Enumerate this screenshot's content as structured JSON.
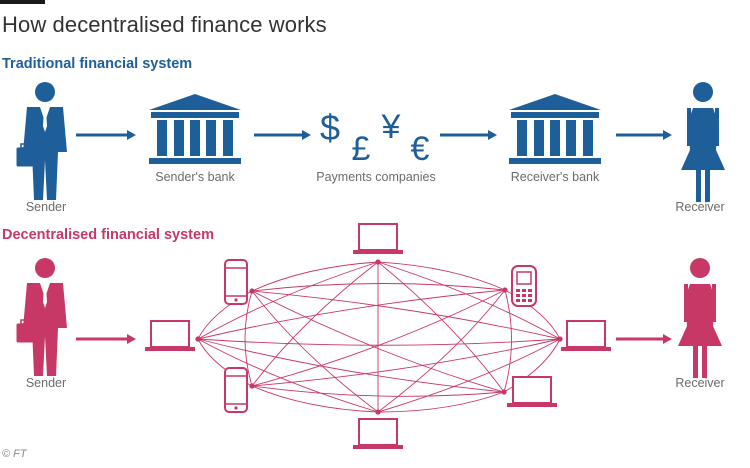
{
  "title": "How decentralised finance works",
  "sections": {
    "traditional": {
      "label": "Traditional financial system",
      "color": "#1f5f99",
      "sender": "Sender",
      "senders_bank": "Sender's bank",
      "payments": "Payments companies",
      "receivers_bank": "Receiver's bank",
      "receiver": "Receiver",
      "currency_symbols": [
        "$",
        "£",
        "¥",
        "€"
      ]
    },
    "decentralised": {
      "label": "Decentralised financial system",
      "color": "#c73866",
      "sender": "Sender",
      "receiver": "Receiver"
    }
  },
  "credit": "© FT",
  "icons": [
    "person-icon",
    "bank-icon",
    "laptop-icon",
    "smartphone-icon",
    "briefcase-icon",
    "arrow-icon"
  ]
}
